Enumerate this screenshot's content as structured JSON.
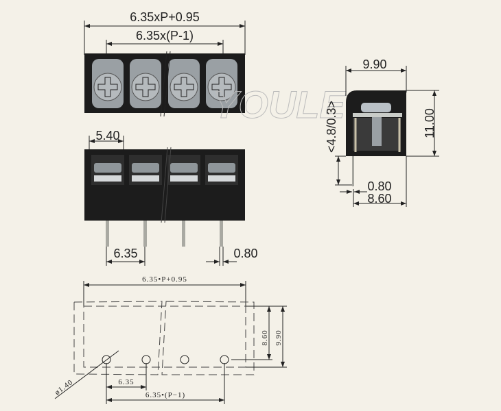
{
  "top_view": {
    "overall_width": "6.35xP+0.95",
    "pitch_span": "6.35x(P-1)",
    "positions": 4
  },
  "front_view": {
    "slot_width": "5.40",
    "pitch": "6.35",
    "pin_width": "0.80"
  },
  "side_view": {
    "depth": "9.90",
    "height": "11.00",
    "pin_length": "<4.8/0.3>",
    "pin_width": "0.80",
    "pin_offset": "8.60"
  },
  "pcb_layout": {
    "overall_width": "6.35•P+0.95",
    "pitch": "6.35",
    "pitch_span": "6.35•(P−1)",
    "hole_diameter": "ø1.40",
    "hole_row_offset": "8.60",
    "outline_depth": "9.90"
  },
  "watermark": "YOULE",
  "colors": {
    "background": "#f4f1e8",
    "body": "#1c1c1c",
    "screw": "#9aa0a4"
  }
}
